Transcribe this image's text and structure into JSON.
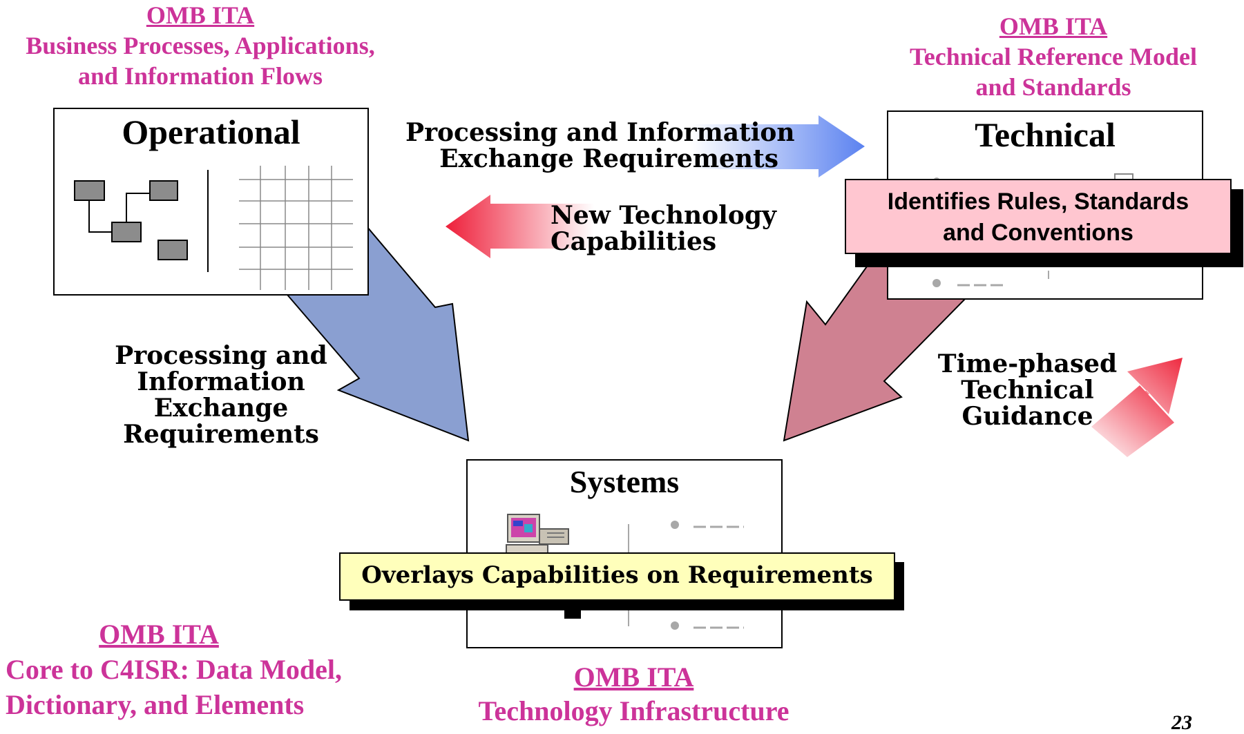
{
  "omb_operational": {
    "heading": "OMB ITA",
    "lines": [
      "Business Processes, Applications,",
      "and Information Flows"
    ]
  },
  "omb_technical": {
    "heading": "OMB ITA",
    "lines": [
      "Technical Reference Model",
      "and  Standards"
    ]
  },
  "omb_core": {
    "heading": "OMB ITA",
    "lines": [
      "Core to C4ISR:  Data Model,",
      "Dictionary, and Elements"
    ]
  },
  "omb_systems": {
    "heading": "OMB ITA",
    "lines": [
      "Technology Infrastructure"
    ]
  },
  "boxes": {
    "operational": "Operational",
    "technical": "Technical",
    "systems": "Systems"
  },
  "arrows": {
    "top_right": [
      "Processing and Information",
      "Exchange Requirements"
    ],
    "top_left": [
      "New Technology",
      "Capabilities"
    ],
    "left_down": [
      "Processing and",
      "Information",
      "Exchange",
      "Requirements"
    ],
    "right_down": [
      "Time-phased",
      "Technical",
      "Guidance"
    ]
  },
  "callouts": {
    "technical": [
      "Identifies Rules, Standards",
      "and Conventions"
    ],
    "systems": "Overlays Capabilities on Requirements"
  },
  "page_number": "23",
  "colors": {
    "magenta": "#cc3399",
    "blue_arrow": "#8a9fd1",
    "red_arrow": "#cf8191",
    "pink_callout": "#ffc6d0",
    "yellow_callout": "#ffffbb"
  }
}
